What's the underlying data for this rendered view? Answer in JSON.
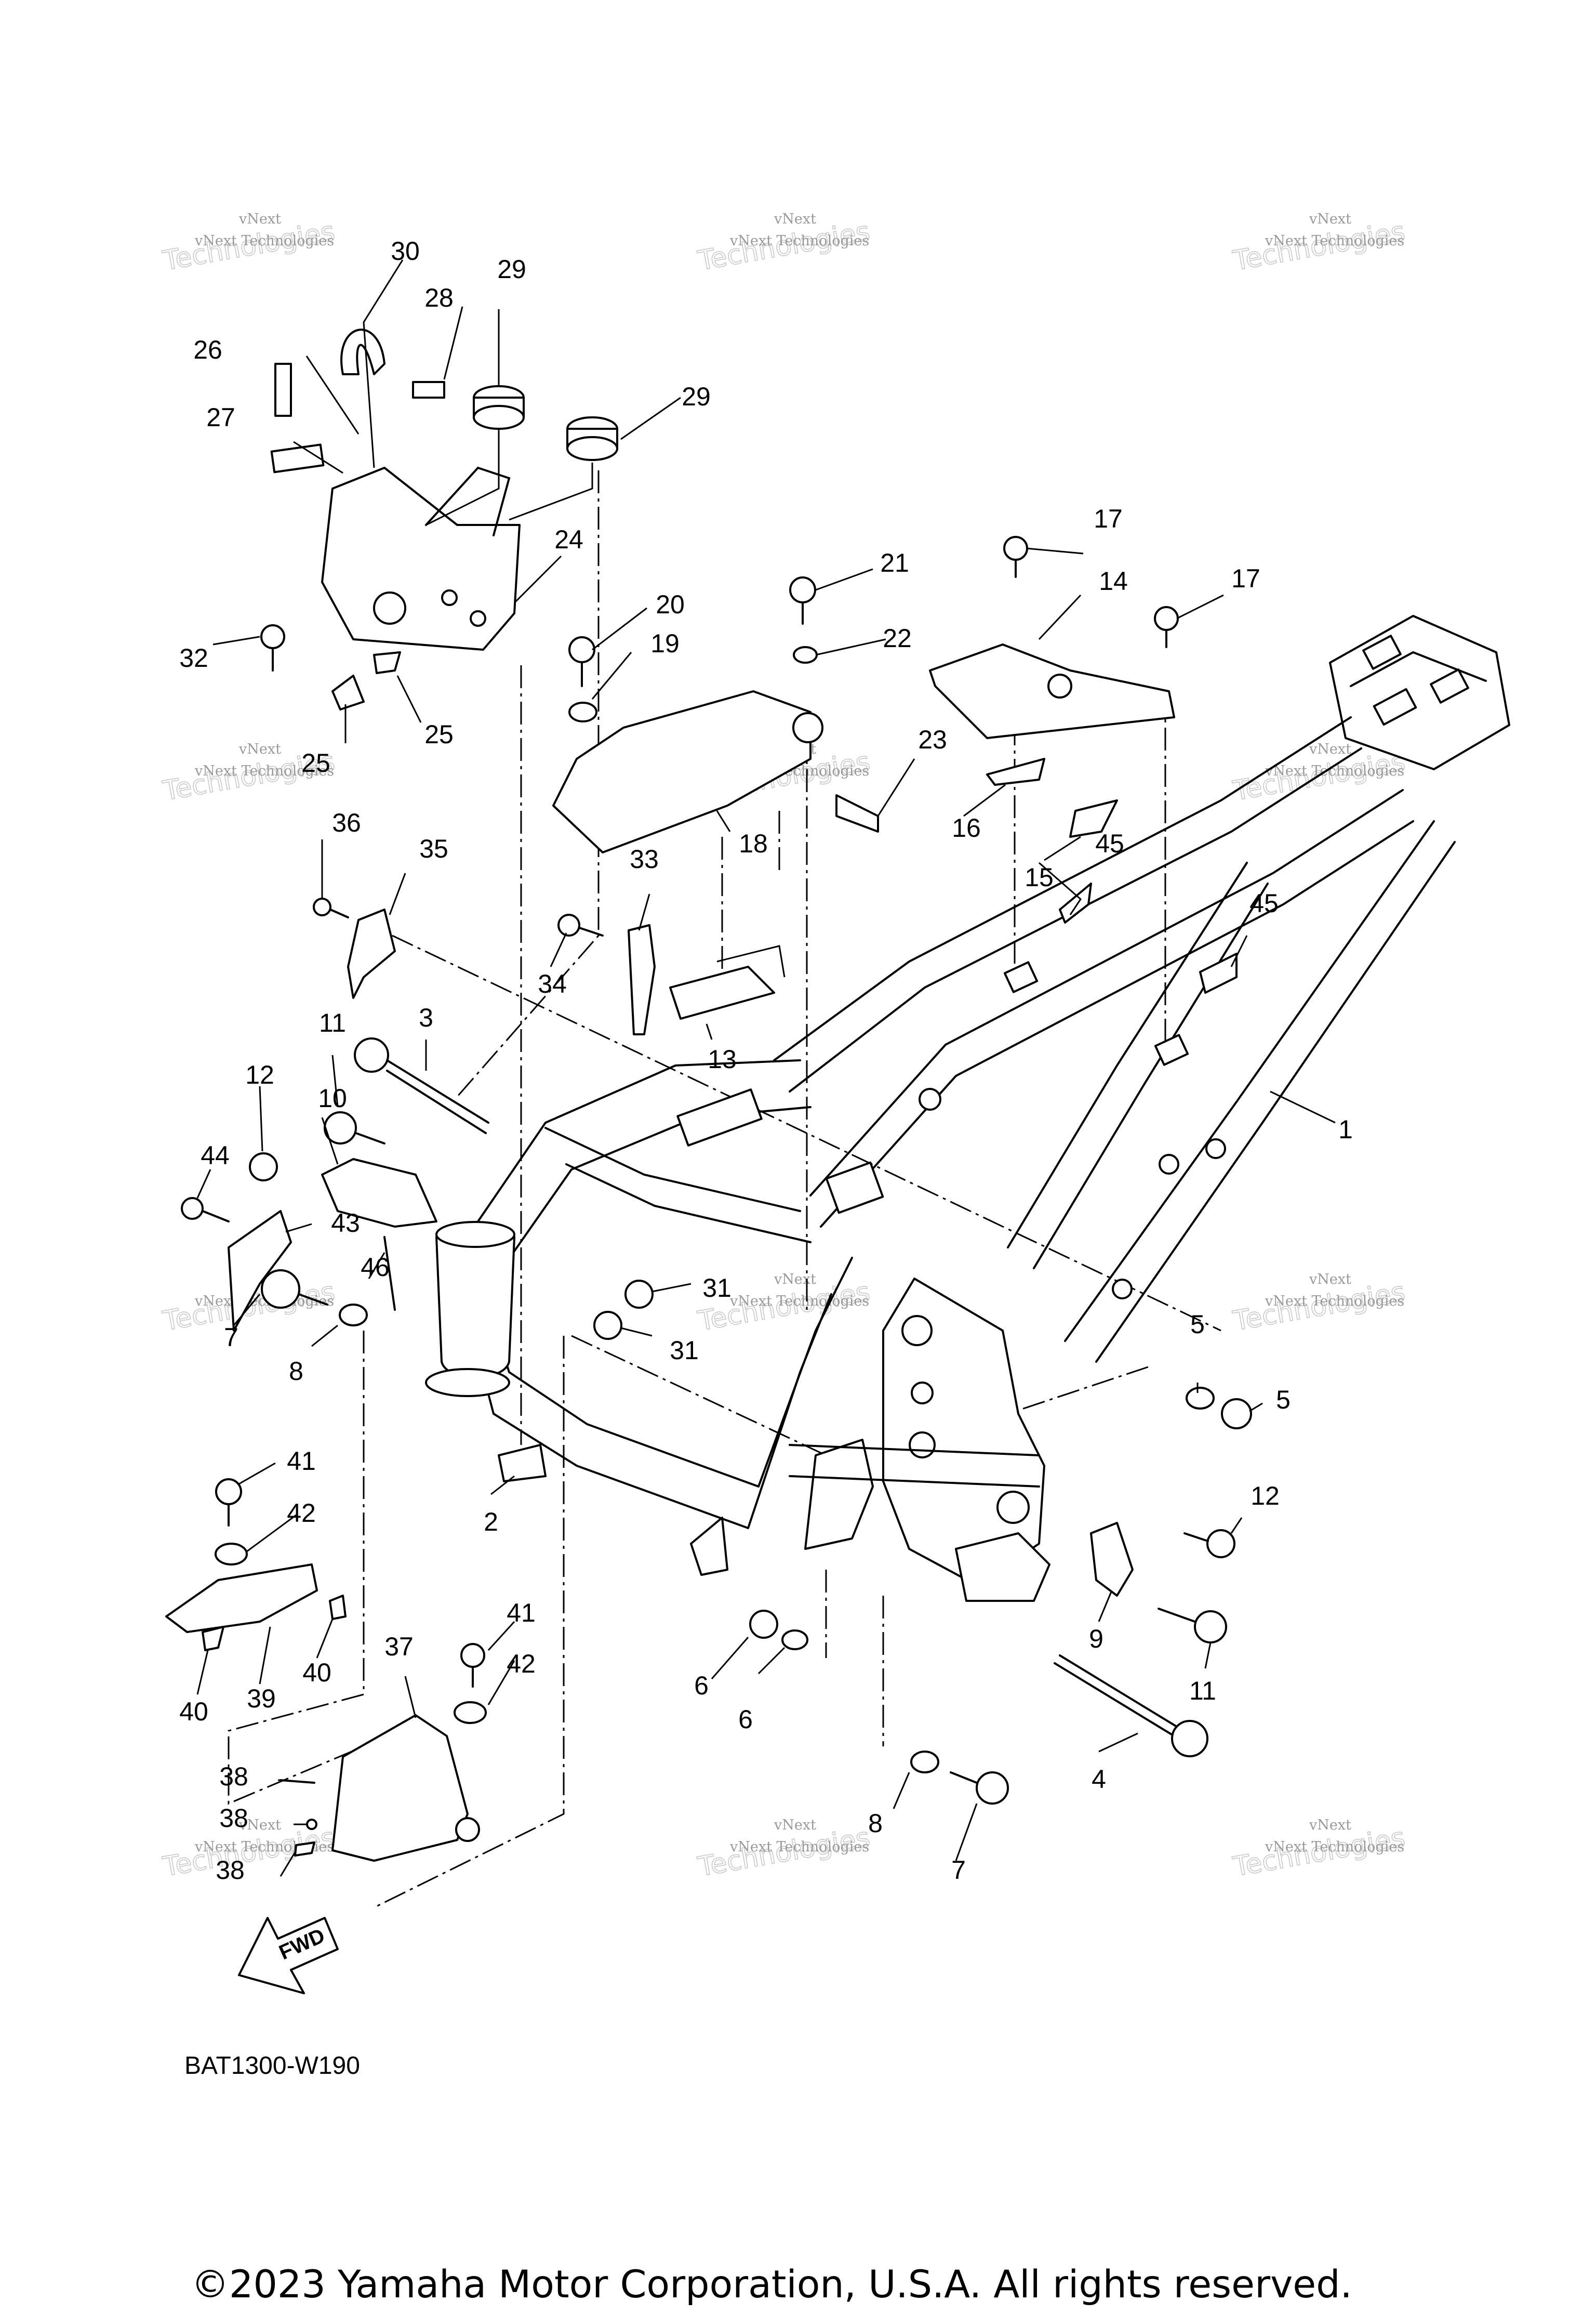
{
  "watermark": {
    "line1": "vNext",
    "line2": "Technologies",
    "outline": "Technologies"
  },
  "callouts": [
    "1",
    "2",
    "3",
    "4",
    "5",
    "5",
    "6",
    "6",
    "7",
    "7",
    "8",
    "8",
    "9",
    "10",
    "11",
    "11",
    "12",
    "12",
    "13",
    "14",
    "15",
    "16",
    "17",
    "17",
    "18",
    "19",
    "20",
    "21",
    "22",
    "23",
    "24",
    "25",
    "25",
    "26",
    "27",
    "28",
    "29",
    "29",
    "30",
    "31",
    "31",
    "32",
    "33",
    "34",
    "35",
    "36",
    "37",
    "38",
    "38",
    "38",
    "39",
    "40",
    "40",
    "41",
    "41",
    "42",
    "42",
    "43",
    "44",
    "45",
    "45",
    "46"
  ],
  "direction_label": "FWD",
  "diagram_code": "BAT1300-W190",
  "copyright": "©2023 Yamaha Motor Corporation, U.S.A. All rights reserved."
}
